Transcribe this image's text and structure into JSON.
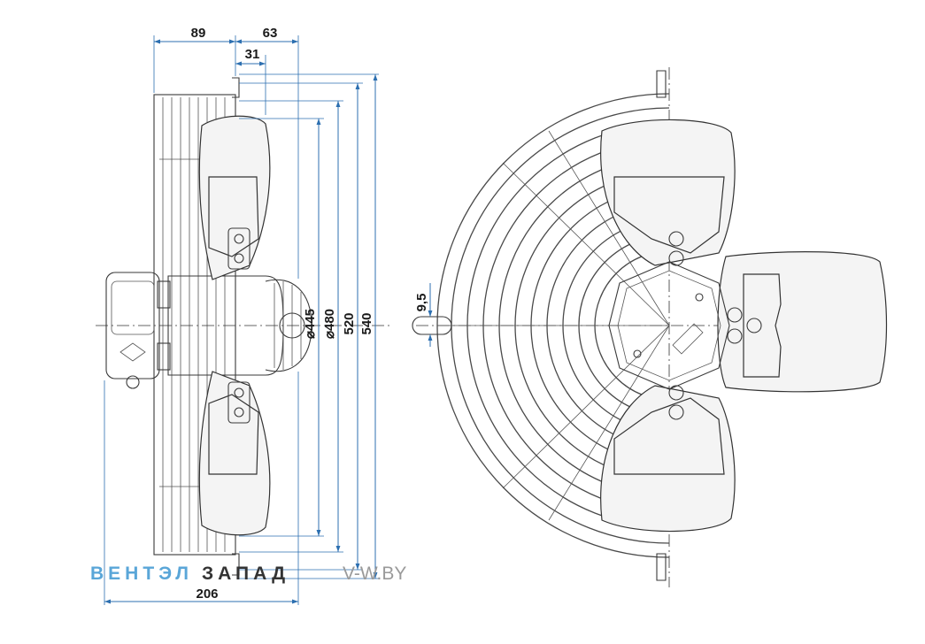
{
  "side_view": {
    "dim_top_left": "89",
    "dim_top_right": "63",
    "dim_offset": "31",
    "dim_bottom": "206",
    "dia_445": "⌀445",
    "dia_480": "⌀480",
    "dim_520": "520",
    "dim_540": "540"
  },
  "front_view": {
    "slot_width": "9,5"
  },
  "watermark": {
    "brand_a": "ВЕНТЭЛ",
    "brand_b": "ЗАПАД",
    "domain": "V-W.BY",
    "color_a": "#5aa6d8",
    "color_b": "#333333",
    "color_domain": "#9a9a9a"
  },
  "colors": {
    "dimension_lines": "#2c6fb0",
    "outline": "#333333"
  }
}
